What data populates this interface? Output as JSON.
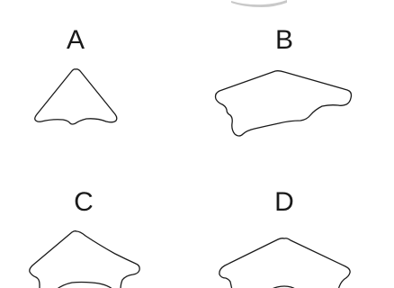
{
  "options": [
    {
      "label": "A"
    },
    {
      "label": "B"
    },
    {
      "label": "C"
    },
    {
      "label": "D"
    }
  ]
}
